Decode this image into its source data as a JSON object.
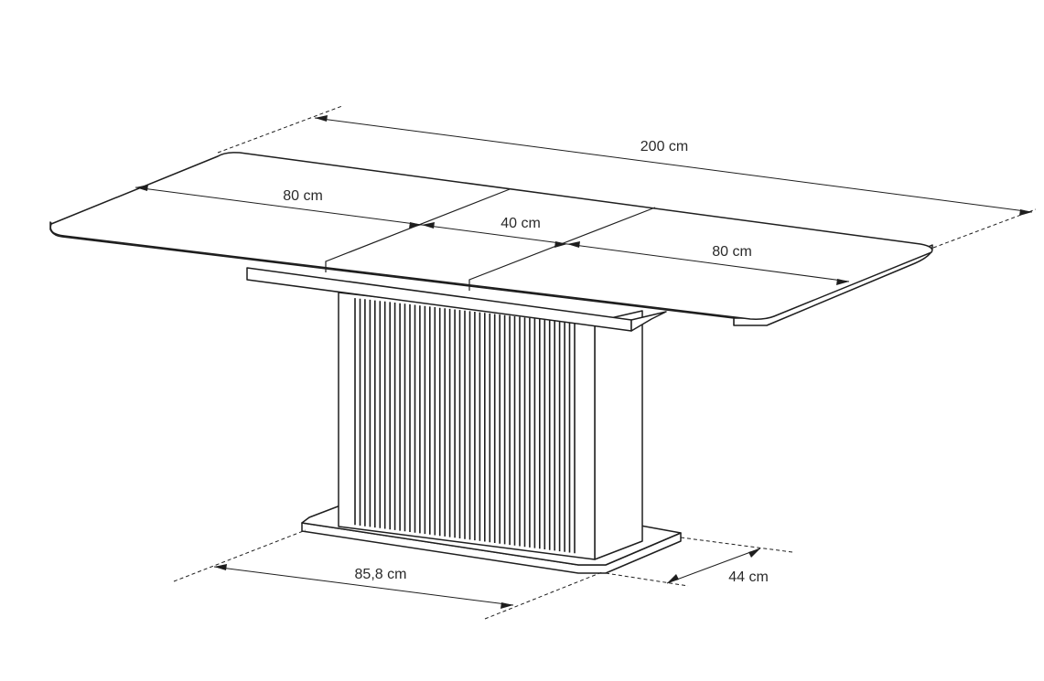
{
  "dimensions": {
    "total_length": "200 cm",
    "left_leaf": "80 cm",
    "middle_leaf": "40 cm",
    "right_leaf": "80 cm",
    "base_length": "85,8 cm",
    "base_width": "44 cm"
  },
  "colors": {
    "line": "#1e1e1e",
    "text": "#2a2a2a",
    "background": "#ffffff"
  }
}
